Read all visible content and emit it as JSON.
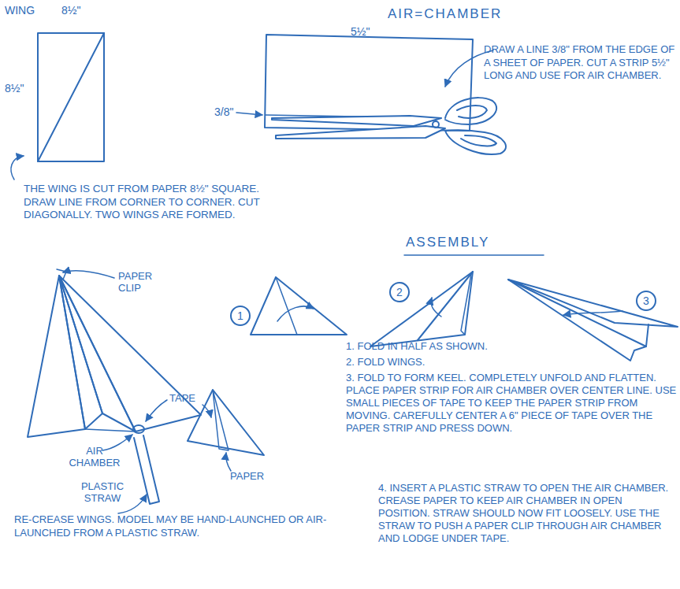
{
  "diagram": {
    "nodes": [
      {
        "text": [
          "1"
        ]
      },
      {
        "text": [
          "2"
        ]
      },
      {
        "text": [
          "3"
        ]
      }
    ],
    "labels": [
      "WING",
      "8½\"",
      "AIR=CHAMBER",
      "5½\"",
      "DRAW A LINE 3/8\" FROM THE EDGE OF A SHEET OF PAPER. CUT A STRIP 5½\" LONG AND USE FOR AIR CHAMBER.",
      "8½\"",
      "3/8\"",
      "THE WING IS CUT FROM PAPER 8½\" SQUARE. DRAW LINE FROM CORNER TO CORNER. CUT DIAGONALLY. TWO WINGS ARE FORMED.",
      "ASSEMBLY",
      "PAPER CLIP",
      "TAPE",
      "AIR CHAMBER",
      "PLASTIC STRAW",
      "PAPER",
      "1. FOLD IN HALF AS SHOWN.",
      "2. FOLD WINGS.",
      "3. FOLD TO FORM KEEL. COMPLETELY UNFOLD AND FLATTEN. PLACE PAPER STRIP FOR AIR CHAMBER OVER CENTER LINE. USE SMALL PIECES OF TAPE TO KEEP THE PAPER STRIP FROM MOVING. CAREFULLY CENTER A 6\" PIECE OF TAPE OVER THE PAPER STRIP AND PRESS DOWN.",
      "4. INSERT A PLASTIC STRAW TO OPEN THE AIR CHAMBER. CREASE PAPER TO KEEP AIR CHAMBER IN OPEN POSITION. STRAW SHOULD NOW FIT LOOSELY. USE THE STRAW TO PUSH A PAPER CLIP THROUGH AIR CHAMBER AND LODGE UNDER TAPE.",
      "RE-CREASE WINGS. MODEL MAY BE HAND-LAUNCHED OR AIR-LAUNCHED FROM A PLASTIC STRAW."
    ]
  }
}
